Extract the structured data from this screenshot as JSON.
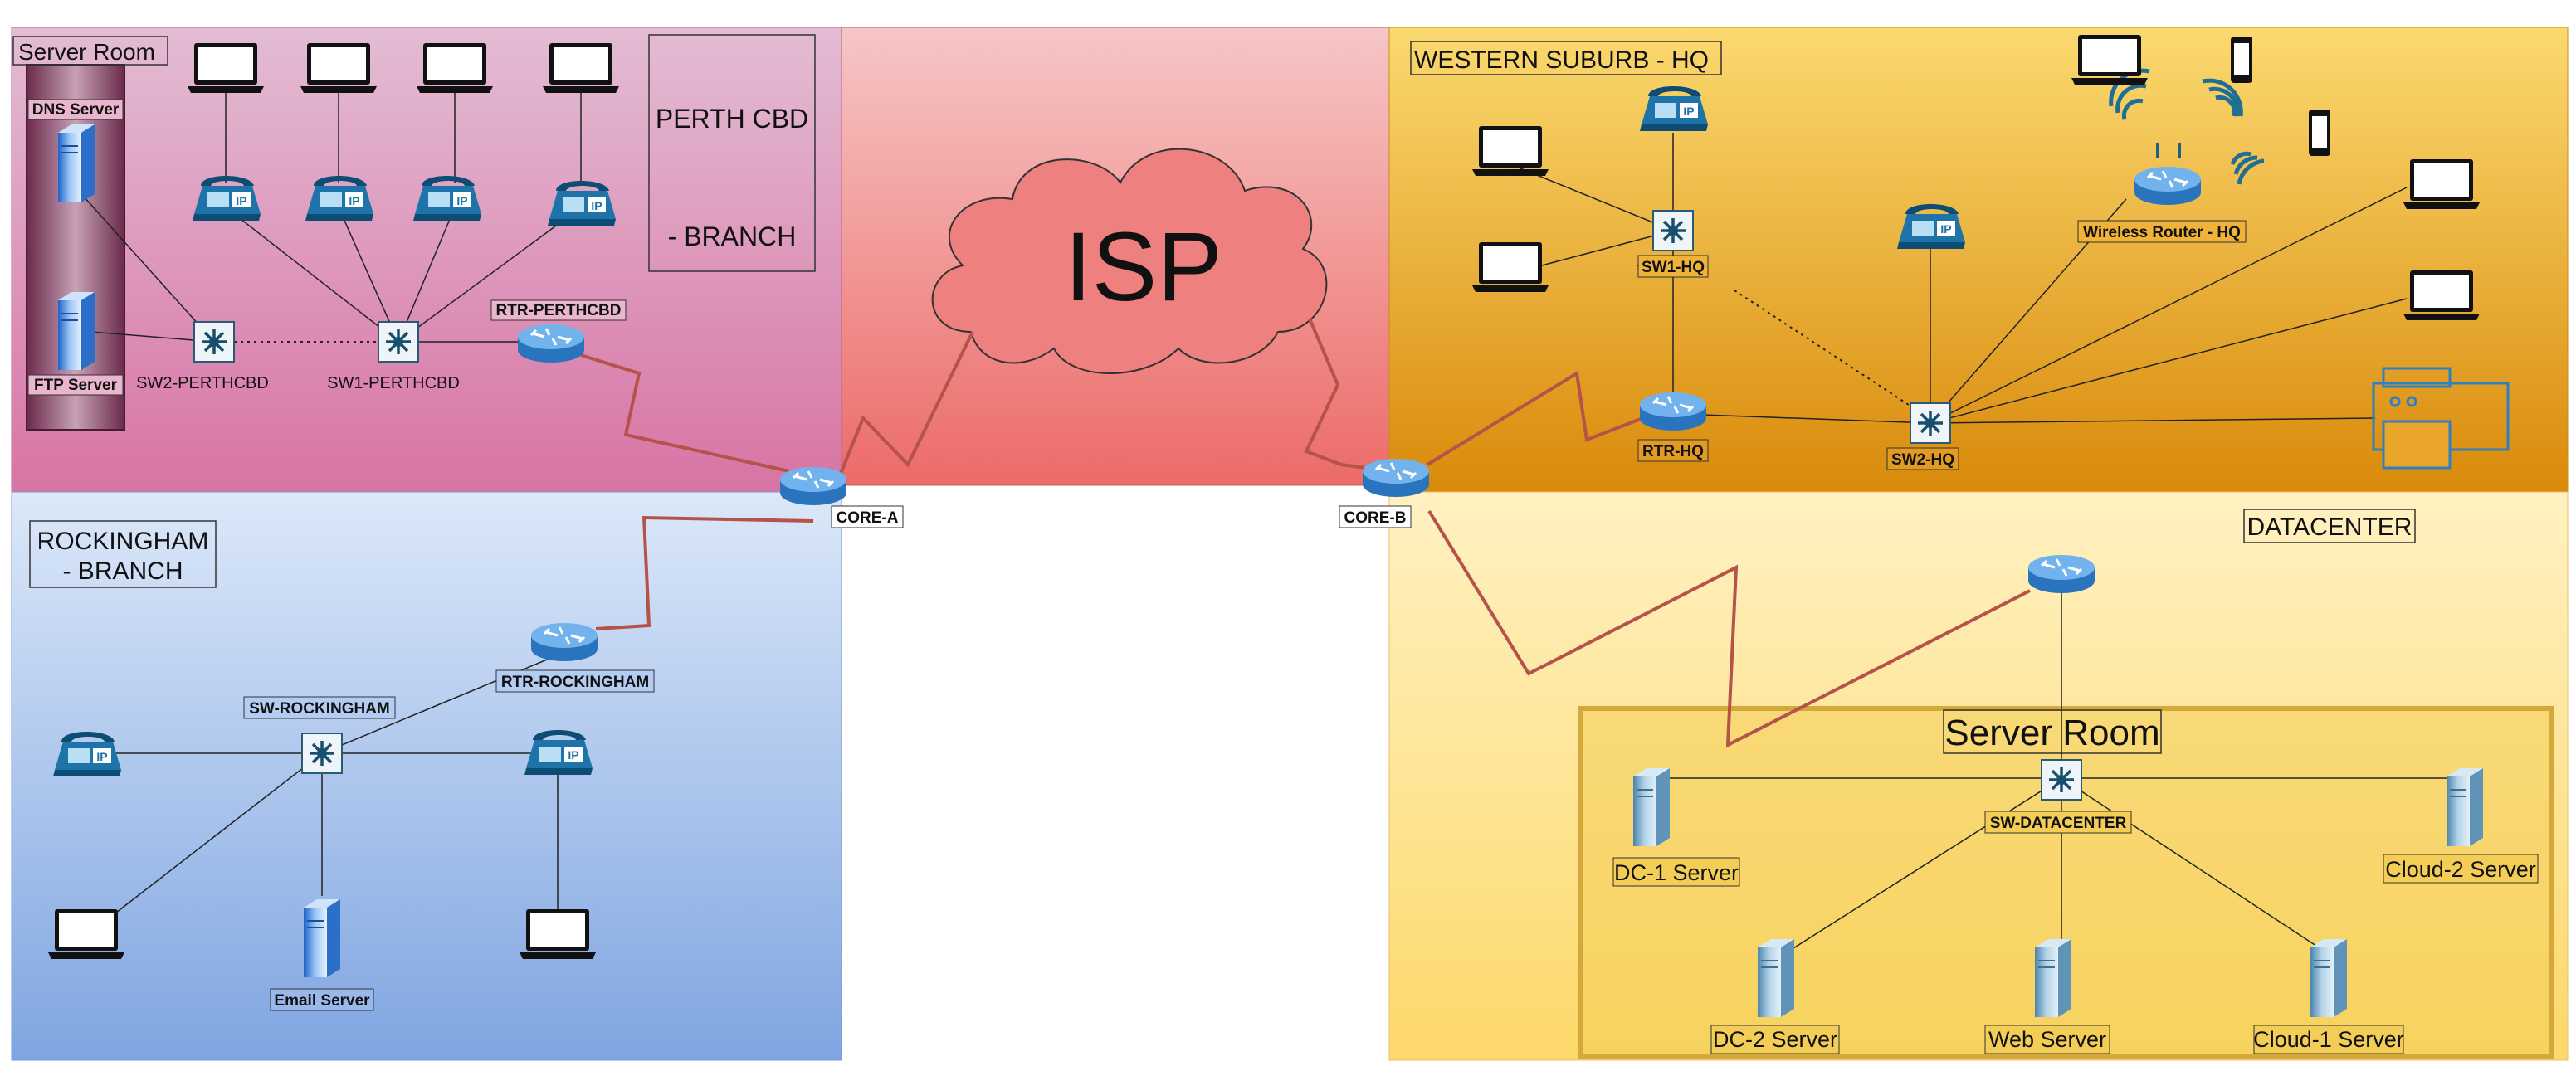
{
  "zones": {
    "perth": {
      "title_line1": "PERTH CBD",
      "title_line2": "- BRANCH",
      "server_room": "Server Room",
      "color": "#e090b8"
    },
    "isp": {
      "cloud_label": "ISP",
      "color": "#ee7070"
    },
    "hq": {
      "title": "WESTERN SUBURB - HQ",
      "color": "#e8a52a"
    },
    "rockingham": {
      "title_line1": "ROCKINGHAM",
      "title_line2": "- BRANCH",
      "color": "#a9c4ef"
    },
    "datacenter": {
      "title": "DATACENTER",
      "server_room": "Server Room",
      "color": "#fde9a8"
    }
  },
  "devices": {
    "dns_server": "DNS Server",
    "ftp_server": "FTP Server",
    "sw2_perthcbd": "SW2-PERTHCBD",
    "sw1_perthcbd": "SW1-PERTHCBD",
    "rtr_perthcbd": "RTR-PERTHCBD",
    "core_a": "CORE-A",
    "core_b": "CORE-B",
    "sw1_hq": "SW1-HQ",
    "rtr_hq": "RTR-HQ",
    "sw2_hq": "SW2-HQ",
    "wireless_router_hq": "Wireless Router - HQ",
    "sw_rockingham": "SW-ROCKINGHAM",
    "rtr_rockingham": "RTR-ROCKINGHAM",
    "email_server": "Email Server",
    "sw_datacenter": "SW-DATACENTER",
    "dc1_server": "DC-1 Server",
    "dc2_server": "DC-2 Server",
    "web_server": "Web Server",
    "cloud1_server": "Cloud-1 Server",
    "cloud2_server": "Cloud-2 Server"
  },
  "phone_badge": "IP",
  "colors": {
    "wan_link": "#b5524a",
    "lan_link": "#222222",
    "router_blue": "#3d8fd8",
    "switch_teal": "#1f5e7a"
  }
}
